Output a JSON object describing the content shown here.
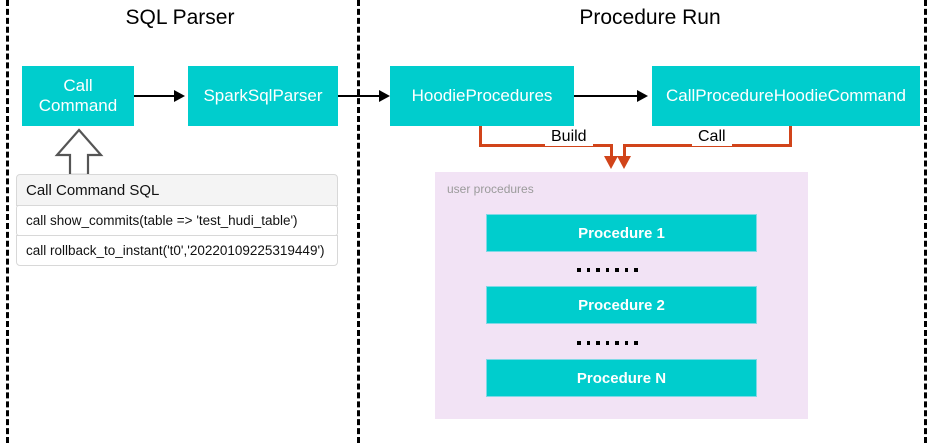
{
  "sections": [
    {
      "title": "SQL Parser"
    },
    {
      "title": "Procedure Run"
    }
  ],
  "boxes": {
    "call_command": "Call\nCommand",
    "call_command_line1": "Call",
    "call_command_line2": "Command",
    "spark_sql_parser": "SparkSqlParser",
    "hoodie_procedures": "HoodieProcedures",
    "call_procedure_hoodie_command": "CallProcedureHoodieCommand"
  },
  "sql_list": {
    "header": "Call Command SQL",
    "rows": [
      "call show_commits(table => 'test_hudi_table')",
      "call rollback_to_instant('t0','20220109225319449')"
    ]
  },
  "connectors": {
    "build_label": "Build",
    "call_label": "Call"
  },
  "procedures_panel": {
    "label": "user procedures",
    "items": [
      "Procedure 1",
      "Procedure 2",
      "Procedure N"
    ],
    "ellipsis_dot_count": 7
  },
  "colors": {
    "teal": "#00CDCD",
    "orange": "#D1441A",
    "panel_purple": "#F2E3F5",
    "divider_black": "#000000",
    "panel_label_gray": "#9b9b9b"
  }
}
